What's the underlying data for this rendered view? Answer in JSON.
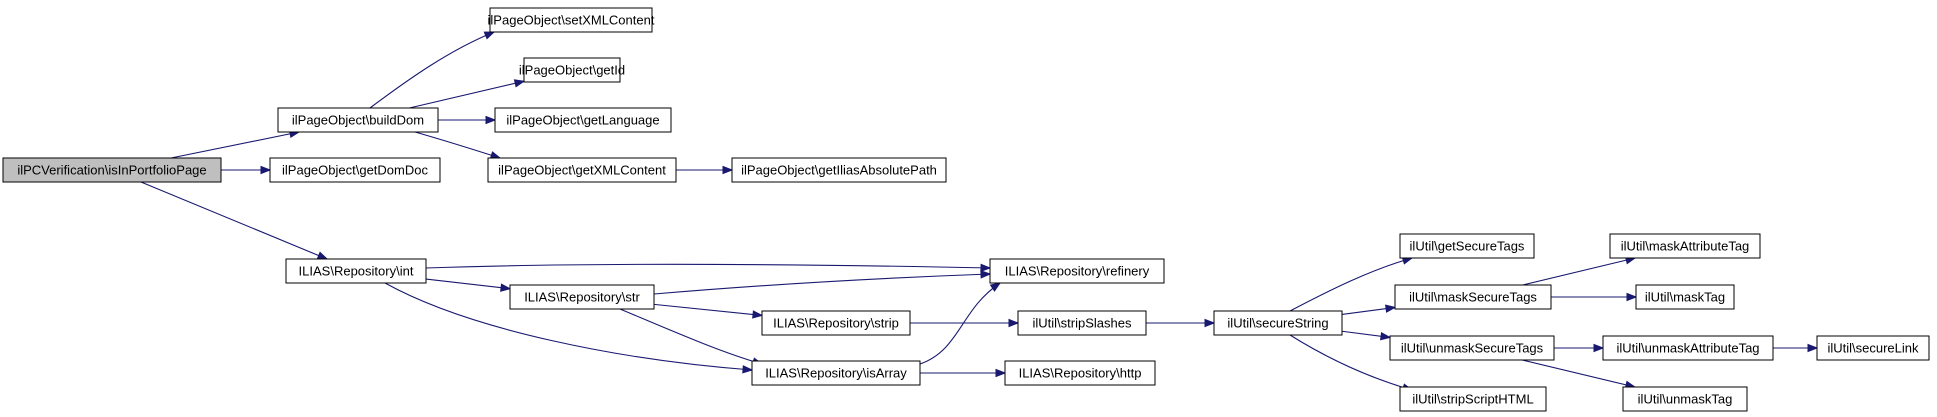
{
  "colors": {
    "edge": "#191970",
    "root_fill": "#bfbfbf",
    "node_fill": "#ffffff",
    "node_stroke": "#000000"
  },
  "nodes": [
    {
      "id": "n0",
      "label": "ilPCVerification\\isInPortfolioPage",
      "root": true
    },
    {
      "id": "n1",
      "label": "ilPageObject\\buildDom"
    },
    {
      "id": "n2",
      "label": "ilPageObject\\getDomDoc"
    },
    {
      "id": "n3",
      "label": "ILIAS\\Repository\\int"
    },
    {
      "id": "n4",
      "label": "ilPageObject\\setXMLContent"
    },
    {
      "id": "n5",
      "label": "ilPageObject\\getId"
    },
    {
      "id": "n6",
      "label": "ilPageObject\\getLanguage"
    },
    {
      "id": "n7",
      "label": "ilPageObject\\getXMLContent"
    },
    {
      "id": "n8",
      "label": "ilPageObject\\getIliasAbsolutePath"
    },
    {
      "id": "n9",
      "label": "ILIAS\\Repository\\refinery"
    },
    {
      "id": "n10",
      "label": "ILIAS\\Repository\\str"
    },
    {
      "id": "n11",
      "label": "ILIAS\\Repository\\isArray"
    },
    {
      "id": "n12",
      "label": "ILIAS\\Repository\\strip"
    },
    {
      "id": "n13",
      "label": "ILIAS\\Repository\\http"
    },
    {
      "id": "n14",
      "label": "ilUtil\\stripSlashes"
    },
    {
      "id": "n15",
      "label": "ilUtil\\secureString"
    },
    {
      "id": "n16",
      "label": "ilUtil\\getSecureTags"
    },
    {
      "id": "n17",
      "label": "ilUtil\\maskSecureTags"
    },
    {
      "id": "n18",
      "label": "ilUtil\\unmaskSecureTags"
    },
    {
      "id": "n19",
      "label": "ilUtil\\stripScriptHTML"
    },
    {
      "id": "n20",
      "label": "ilUtil\\maskAttributeTag"
    },
    {
      "id": "n21",
      "label": "ilUtil\\maskTag"
    },
    {
      "id": "n22",
      "label": "ilUtil\\unmaskAttributeTag"
    },
    {
      "id": "n23",
      "label": "ilUtil\\unmaskTag"
    },
    {
      "id": "n24",
      "label": "ilUtil\\secureLink"
    }
  ],
  "edges": [
    {
      "from": "n0",
      "to": "n1"
    },
    {
      "from": "n0",
      "to": "n2"
    },
    {
      "from": "n0",
      "to": "n3"
    },
    {
      "from": "n1",
      "to": "n4"
    },
    {
      "from": "n1",
      "to": "n5"
    },
    {
      "from": "n1",
      "to": "n6"
    },
    {
      "from": "n1",
      "to": "n7"
    },
    {
      "from": "n7",
      "to": "n8"
    },
    {
      "from": "n3",
      "to": "n9"
    },
    {
      "from": "n3",
      "to": "n10"
    },
    {
      "from": "n3",
      "to": "n11"
    },
    {
      "from": "n10",
      "to": "n9"
    },
    {
      "from": "n10",
      "to": "n12"
    },
    {
      "from": "n10",
      "to": "n11"
    },
    {
      "from": "n11",
      "to": "n9"
    },
    {
      "from": "n11",
      "to": "n13"
    },
    {
      "from": "n12",
      "to": "n14"
    },
    {
      "from": "n14",
      "to": "n15"
    },
    {
      "from": "n15",
      "to": "n16"
    },
    {
      "from": "n15",
      "to": "n17"
    },
    {
      "from": "n15",
      "to": "n18"
    },
    {
      "from": "n15",
      "to": "n19"
    },
    {
      "from": "n17",
      "to": "n20"
    },
    {
      "from": "n17",
      "to": "n21"
    },
    {
      "from": "n18",
      "to": "n22"
    },
    {
      "from": "n18",
      "to": "n23"
    },
    {
      "from": "n22",
      "to": "n24"
    }
  ]
}
